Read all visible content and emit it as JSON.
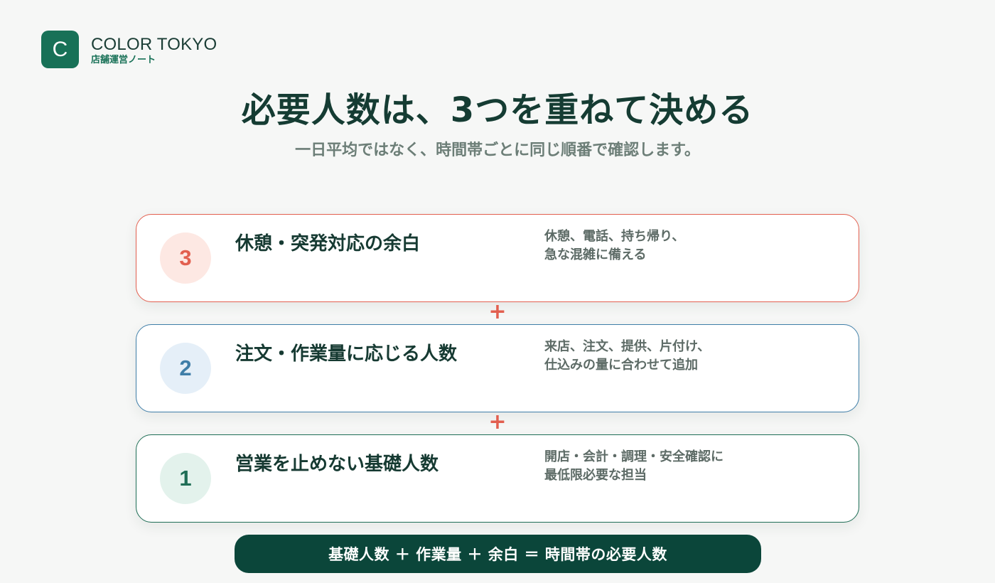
{
  "brand": {
    "logo_letter": "C",
    "name": "COLOR TOKYO",
    "subtitle": "店舗運営ノート"
  },
  "heading": {
    "title": "必要人数は、3つを重ねて決める",
    "subtitle": "一日平均ではなく、時間帯ごとに同じ順番で確認します。"
  },
  "layers": [
    {
      "number": "3",
      "title": "休憩・突発対応の余白",
      "desc_line1": "休憩、電話、持ち帰り、",
      "desc_line2": "急な混雑に備える",
      "color": "#e25f4f"
    },
    {
      "number": "2",
      "title": "注文・作業量に応じる人数",
      "desc_line1": "来店、注文、提供、片付け、",
      "desc_line2": "仕込みの量に合わせて追加",
      "color": "#3f7ea8"
    },
    {
      "number": "1",
      "title": "営業を止めない基礎人数",
      "desc_line1": "開店・会計・調理・安全確認に",
      "desc_line2": "最低限必要な担当",
      "color": "#1f6e56"
    }
  ],
  "plus_symbol": "+",
  "formula": "基礎人数 ＋ 作業量 ＋ 余白 ＝ 時間帯の必要人数",
  "colors": {
    "brand": "#187157",
    "accent_red": "#e25f4f",
    "accent_blue": "#3f7ea8",
    "accent_green": "#1f6e56",
    "formula_bg": "#0b463a"
  }
}
